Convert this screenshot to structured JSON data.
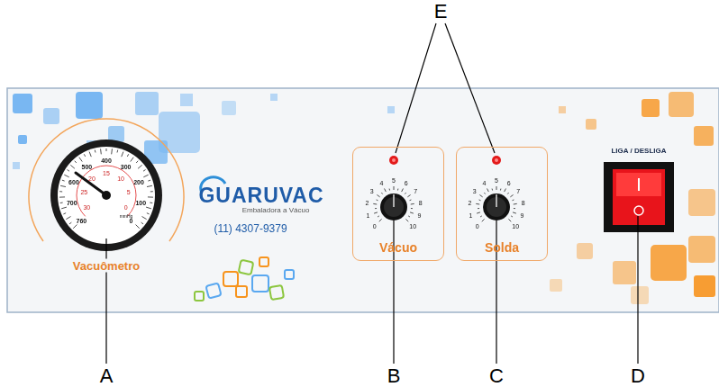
{
  "diagram": {
    "nodes": [
      {
        "text": [
          "Vácuo"
        ]
      },
      {
        "text": [
          "Solda"
        ]
      }
    ],
    "labels": [
      "E",
      "A",
      "B",
      "C",
      "D",
      "Vacuômetro",
      "GUARUVAC",
      "Embaladora a Vácuo",
      "(11) 4307-9379",
      "LIGA / DESLIGA",
      "760",
      "700",
      "600",
      "500",
      "400",
      "300",
      "200",
      "100",
      "0",
      "30",
      "25",
      "20",
      "15",
      "10",
      "5",
      "0",
      "mmHg",
      "0",
      "1",
      "2",
      "3",
      "4",
      "5",
      "6",
      "7",
      "8",
      "9",
      "10",
      "0",
      "1",
      "2",
      "3",
      "4",
      "5",
      "6",
      "7",
      "8",
      "9",
      "10"
    ]
  }
}
